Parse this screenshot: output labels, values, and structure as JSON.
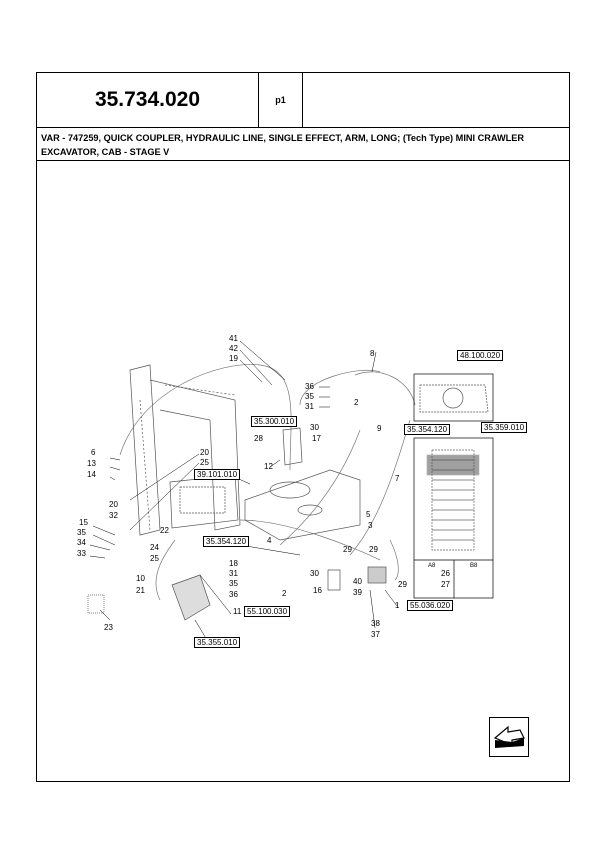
{
  "header": {
    "part_number": "35.734.020",
    "page": "p1",
    "description": "VAR - 747259, QUICK COUPLER, HYDRAULIC LINE, SINGLE EFFECT, ARM, LONG; (Tech Type) MINI CRAWLER EXCAVATOR, CAB - STAGE V"
  },
  "callouts": [
    "41",
    "42",
    "19",
    "8",
    "36",
    "35",
    "31",
    "2",
    "30",
    "17",
    "9",
    "28",
    "6",
    "13",
    "14",
    "20",
    "25",
    "12",
    "7",
    "20",
    "32",
    "15",
    "35",
    "34",
    "33",
    "24",
    "25",
    "22",
    "5",
    "3",
    "4",
    "29",
    "29",
    "18",
    "31",
    "35",
    "36",
    "2",
    "30",
    "16",
    "40",
    "39",
    "29",
    "1",
    "10",
    "21",
    "11",
    "23",
    "38",
    "37",
    "26",
    "27"
  ],
  "references": [
    "48.100.020",
    "35.300.010",
    "35.354.120",
    "35.359.010",
    "39.101.010",
    "35.354.120",
    "55.036.020",
    "55.100.030",
    "35.355.010"
  ],
  "inset_labels": {
    "port_a": "A8",
    "port_b": "B8"
  },
  "nav_icon": "previous-page-arrow-icon"
}
